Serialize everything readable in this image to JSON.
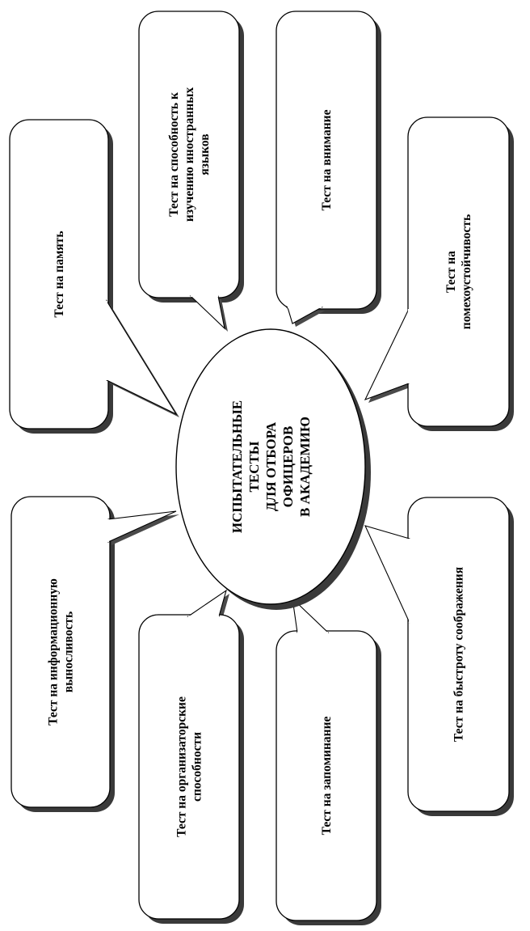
{
  "center": {
    "lines": [
      "ИСПЫТАТЕЛЬНЫЕ",
      "ТЕСТЫ",
      "ДЛЯ ОТБОРА",
      "ОФИЦЕРОВ",
      "В АКАДЕМИЮ"
    ]
  },
  "boxes": [
    {
      "id": "memory",
      "lines": [
        "Тест на память"
      ]
    },
    {
      "id": "languages",
      "lines": [
        "Тест на способность к",
        "изучению иностранных",
        "языков"
      ]
    },
    {
      "id": "attention",
      "lines": [
        "Тест на внимание"
      ]
    },
    {
      "id": "noise",
      "lines": [
        "Тест на",
        "помехоустойчивость"
      ]
    },
    {
      "id": "info",
      "lines": [
        "Тест на информационную",
        "выносливость"
      ]
    },
    {
      "id": "organizational",
      "lines": [
        "Тест на организаторские",
        "способности"
      ]
    },
    {
      "id": "memorization",
      "lines": [
        "Тест на запоминание"
      ]
    },
    {
      "id": "wit",
      "lines": [
        "Тест на быстроту соображения"
      ]
    }
  ]
}
